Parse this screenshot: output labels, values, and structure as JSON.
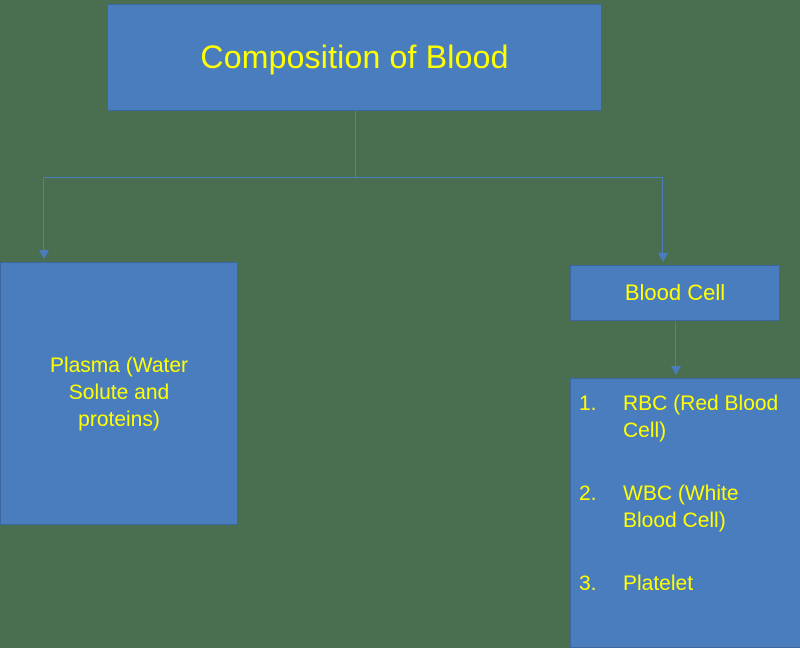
{
  "diagram": {
    "title": "Composition of Blood",
    "background_color": "#4a6e50",
    "node_fill_color": "#4a7dbd",
    "node_border_color": "#3c66a0",
    "text_color": "#ffff00",
    "connector_color": "#4a7dbd"
  },
  "nodes": {
    "root": {
      "label": "Composition of Blood"
    },
    "plasma": {
      "line1": "Plasma (Water",
      "line2": "Solute and",
      "line3": "proteins)"
    },
    "blood_cell": {
      "label": "Blood Cell"
    },
    "blood_cell_types": {
      "items": [
        {
          "number": "1.",
          "label": "RBC (Red Blood Cell)"
        },
        {
          "number": "2.",
          "label": "WBC (White Blood Cell)"
        },
        {
          "number": "3.",
          "label": "Platelet"
        }
      ]
    }
  }
}
